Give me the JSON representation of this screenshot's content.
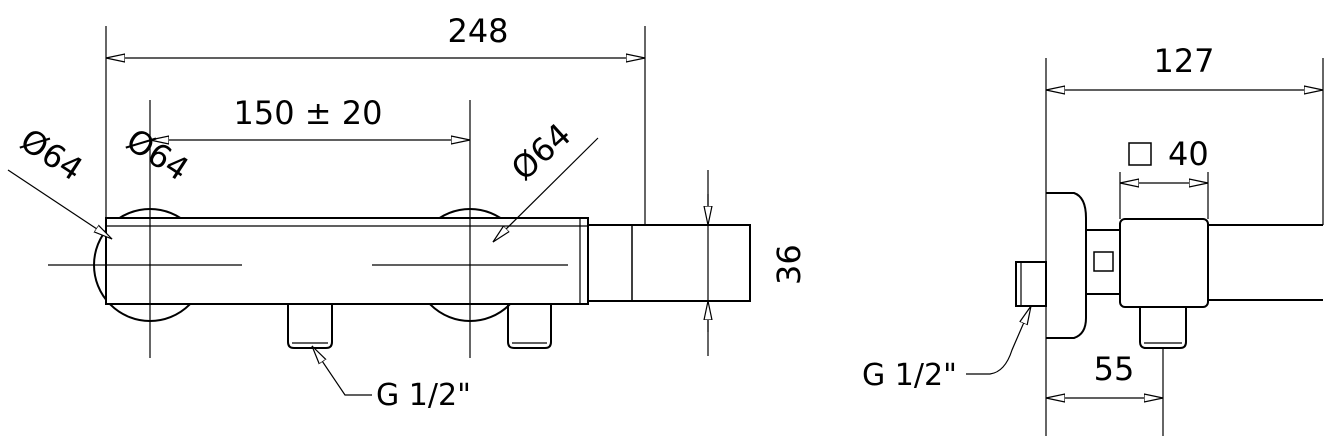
{
  "colors": {
    "line": "#000000",
    "background": "#ffffff"
  },
  "front_view": {
    "overall_width": "248",
    "inlet_spacing": "150 ± 20",
    "rosette_left_outer": "Ø64",
    "rosette_left_inner": "Ø64",
    "rosette_right": "Ø64",
    "body_height": "36",
    "inlet_thread": "G 1/2\""
  },
  "side_view": {
    "overall_depth": "127",
    "square_symbol": "□",
    "handle_square": "40",
    "wall_to_outlet": "55",
    "inlet_thread": "G 1/2\""
  }
}
